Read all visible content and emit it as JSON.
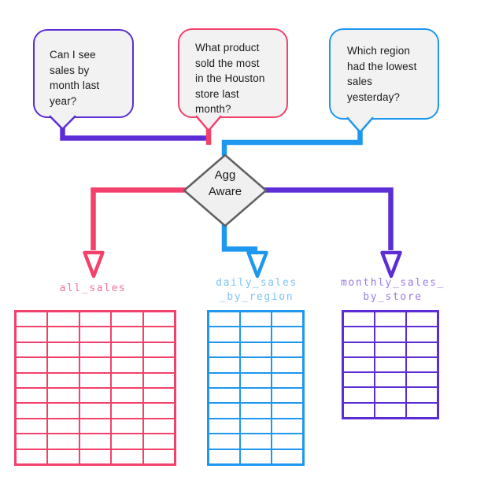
{
  "colors": {
    "purple": "#5C2DD4",
    "pink": "#F4416B",
    "blue": "#1E97EF",
    "label_pink": "#F0739B",
    "label_blue": "#7EC3F4",
    "label_purple": "#9C7CE4",
    "diamond_border": "#5F6063",
    "diamond_fill": "#F0F0F1",
    "bubble_fill": "#F2F2F3",
    "text": "#1B1B1B"
  },
  "bubbles": [
    {
      "text": "Can I see sales by month last year?"
    },
    {
      "text": "What product sold the most in the Houston store last month?"
    },
    {
      "text": "Which region had the lowest sales yesterday?"
    }
  ],
  "diamond": {
    "line1": "Agg",
    "line2": "Aware"
  },
  "tables": [
    {
      "label_line1": "all_sales",
      "label_line2": "",
      "columns": 5,
      "rows": 10,
      "color_key": "pink",
      "label_color_key": "label_pink"
    },
    {
      "label_line1": "daily_sales",
      "label_line2": "_by_region",
      "columns": 3,
      "rows": 10,
      "color_key": "blue",
      "label_color_key": "label_blue"
    },
    {
      "label_line1": "monthly_sales_",
      "label_line2": "by_store",
      "columns": 3,
      "rows": 7,
      "color_key": "purple",
      "label_color_key": "label_purple"
    }
  ]
}
